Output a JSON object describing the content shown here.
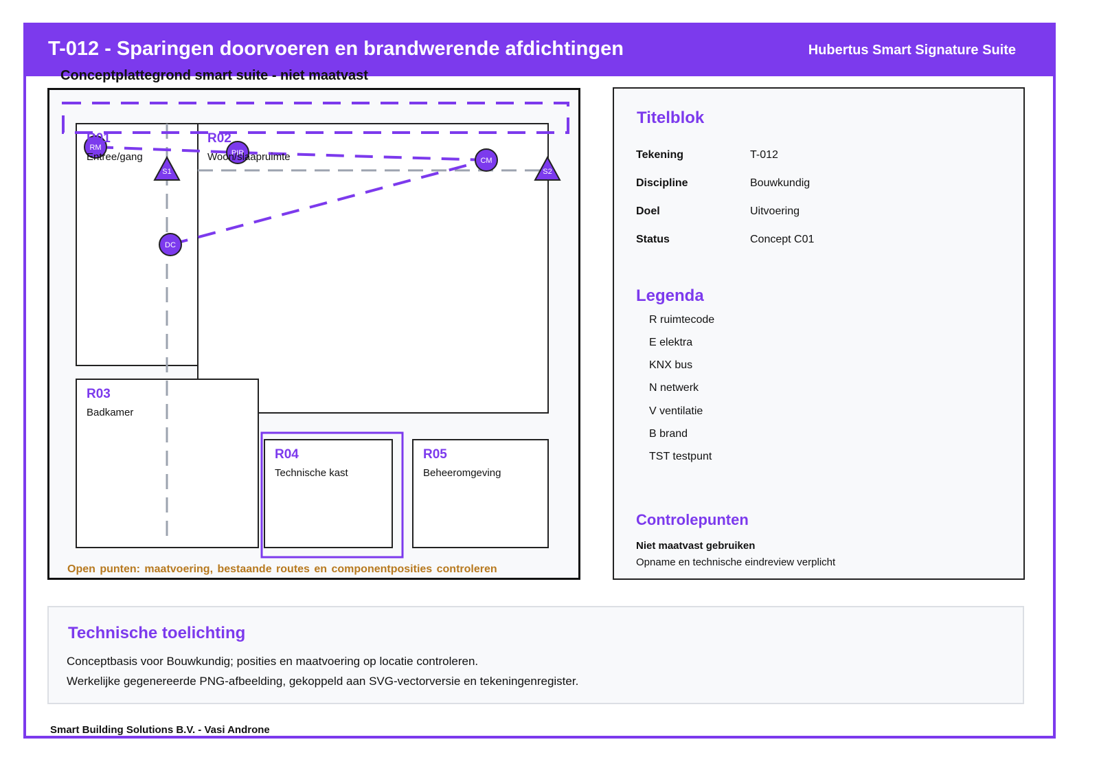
{
  "header": {
    "title": "T-012 - Sparingen doorvoeren en brandwerende afdichtingen",
    "suite": "Hubertus Smart Signature Suite"
  },
  "plan": {
    "caption": "Conceptplattegrond smart suite - niet maatvast",
    "open_points": "Open punten: maatvoering, bestaande routes en componentposities controleren",
    "rooms": [
      {
        "code": "R01",
        "name": "Entree/gang"
      },
      {
        "code": "R02",
        "name": "Woon/slaapruimte"
      },
      {
        "code": "R03",
        "name": "Badkamer"
      },
      {
        "code": "R04",
        "name": "Technische kast"
      },
      {
        "code": "R05",
        "name": "Beheeromgeving"
      }
    ],
    "symbols": {
      "rm": "RM",
      "pir": "PIR",
      "cm": "CM",
      "dc": "DC",
      "s1": "S1",
      "s2": "S2"
    }
  },
  "titleblock": {
    "heading": "Titelblok",
    "rows": [
      {
        "key": "Tekening",
        "value": "T-012"
      },
      {
        "key": "Discipline",
        "value": "Bouwkundig"
      },
      {
        "key": "Doel",
        "value": "Uitvoering"
      },
      {
        "key": "Status",
        "value": "Concept C01"
      }
    ],
    "legend_heading": "Legenda",
    "legend": [
      "R ruimtecode",
      "E elektra",
      "KNX bus",
      "N netwerk",
      "V ventilatie",
      "B brand",
      "TST testpunt"
    ],
    "checks_heading": "Controlepunten",
    "checks_bold": "Niet maatvast gebruiken",
    "checks_text": "Opname en technische eindreview verplicht"
  },
  "technical": {
    "heading": "Technische toelichting",
    "line1": "Conceptbasis voor Bouwkundig; posities en maatvoering op locatie controleren.",
    "line2": "Werkelijke gegenereerde PNG-afbeelding, gekoppeld aan SVG-vectorversie en tekeningenregister."
  },
  "footer": "Smart Building Solutions B.V. - Vasi Androne",
  "colors": {
    "accent": "#7c3aed",
    "warning": "#b7791f",
    "route_gray": "#9ca3af"
  }
}
